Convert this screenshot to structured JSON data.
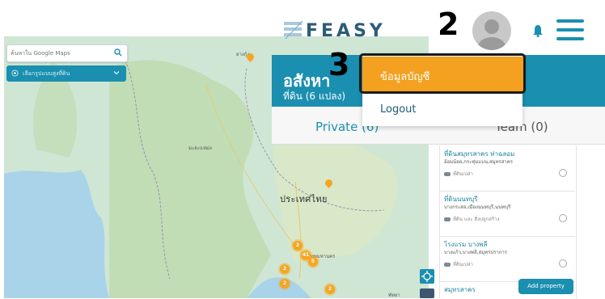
{
  "map": {
    "search_placeholder": "ค้นหาใน Google Maps",
    "filter_label": "เลือกรูปแบบสูงที่ดิน",
    "country_label": "ประเทศไทย",
    "labels": [
      "ยางกุ้ง",
      "มะละแหม่ง",
      "กรุงเทพมหานคร",
      "พัทยา"
    ],
    "clusters": [
      "2",
      "41",
      "5",
      "2",
      "2",
      "2"
    ]
  },
  "header": {
    "logo_text": "FEASY",
    "step2": "2",
    "step3": "3"
  },
  "account": {
    "title": "อสังหา",
    "subtitle": "ที่ดิน (6 แปลง)",
    "menu_account_info": "ข้อมูลบัญชี",
    "menu_logout": "Logout"
  },
  "tabs": {
    "private": "Private (6)",
    "team": "Team (0)"
  },
  "properties": [
    {
      "title": "ที่ดินสมุทรสาคร ท่าฉลอม",
      "location": "อ้อมน้อย,กระทุ่มแบน,สมุทรสาคร",
      "meta": "ที่ดินเปล่า"
    },
    {
      "title": "ที่ดินนนทบุรี",
      "location": "บางกระสอ,เมืองนนทบุรี,นนทบุรี",
      "meta": "ที่ดิน และ สิ่งปลูกสร้าง"
    },
    {
      "title": "โรงแรม บางพลี",
      "location": "บางแก้ว,บางพลี,สมุทรปราการ",
      "meta": "ที่ดินเปล่า"
    },
    {
      "title": "สมุทรสาคร",
      "location": "",
      "meta": ""
    }
  ],
  "add_property_label": "Add property",
  "colors": {
    "brand_teal": "#1a8fb0",
    "highlight_orange": "#f4a020",
    "logo_navy": "#2a5c7a"
  }
}
